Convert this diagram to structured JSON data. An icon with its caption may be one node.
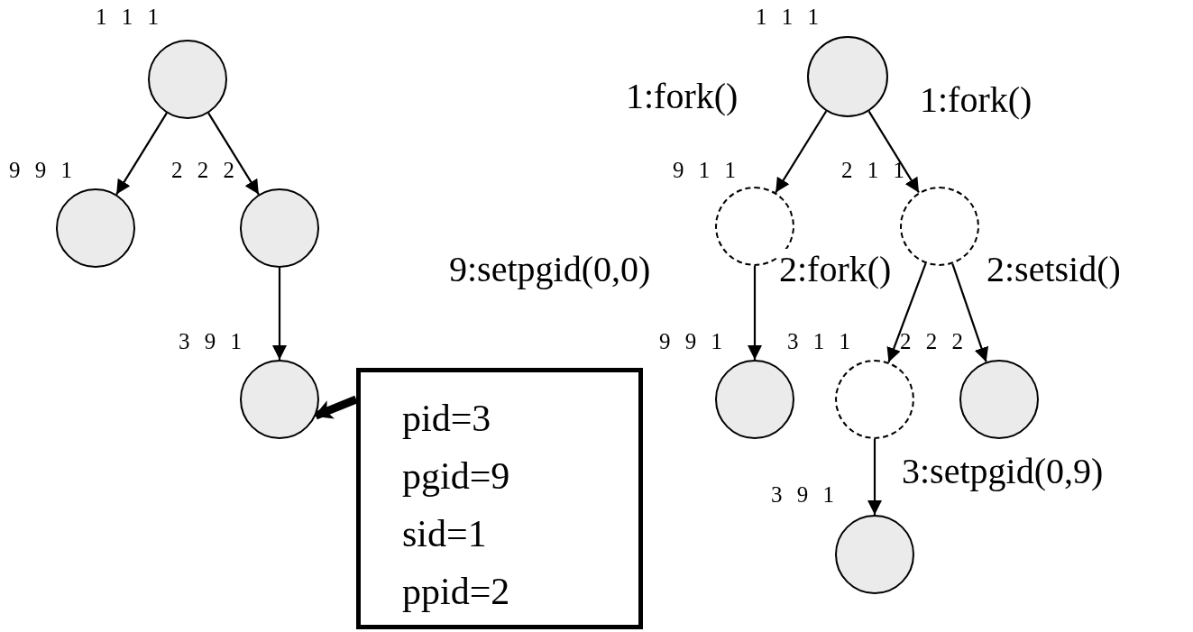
{
  "diagram": {
    "nodes": [
      {
        "text": [],
        "shape": "circle",
        "beside": [
          "1 1 1"
        ]
      },
      {
        "text": [],
        "shape": "circle",
        "beside": [
          "9 9 1"
        ]
      },
      {
        "text": [],
        "shape": "circle",
        "beside": [
          "2 2 2"
        ]
      },
      {
        "text": [],
        "shape": "circle",
        "beside": [
          "3 9 1"
        ]
      },
      {
        "text": [
          "pid=3",
          "pgid=9",
          "sid=1",
          "ppid=2"
        ]
      },
      {
        "text": [],
        "shape": "circle",
        "beside": [
          "1 1 1"
        ]
      },
      {
        "text": [],
        "shape": "circle",
        "beside": [
          "9 1 1"
        ]
      },
      {
        "text": [],
        "shape": "circle",
        "beside": [
          "2 1 1"
        ]
      },
      {
        "text": [],
        "shape": "circle",
        "beside": [
          "9 9 1"
        ]
      },
      {
        "text": [],
        "shape": "circle",
        "beside": [
          "3 1 1"
        ]
      },
      {
        "text": [],
        "shape": "circle",
        "beside": [
          "2 2 2"
        ]
      },
      {
        "text": [],
        "shape": "circle",
        "beside": [
          "3 9 1"
        ]
      }
    ],
    "edges": [
      {
        "from": 0,
        "to": 1,
        "arrow": "to"
      },
      {
        "from": 0,
        "to": 2,
        "arrow": "to"
      },
      {
        "from": 2,
        "to": 3,
        "arrow": "to"
      },
      {
        "from": 4,
        "to": 3,
        "arrow": "to",
        "style": "thick"
      },
      {
        "from": 5,
        "to": 6,
        "arrow": "to",
        "label": "1:fork()"
      },
      {
        "from": 5,
        "to": 7,
        "arrow": "to",
        "label": "1:fork()"
      },
      {
        "from": 6,
        "to": 8,
        "arrow": "to",
        "label": "9:setpgid(0,0)"
      },
      {
        "from": 7,
        "to": 9,
        "arrow": "to",
        "label": "2:fork()"
      },
      {
        "from": 7,
        "to": 10,
        "arrow": "to",
        "label": "2:setsid()"
      },
      {
        "from": 9,
        "to": 11,
        "arrow": "to",
        "label": "3:setpgid(0,9)"
      }
    ]
  }
}
